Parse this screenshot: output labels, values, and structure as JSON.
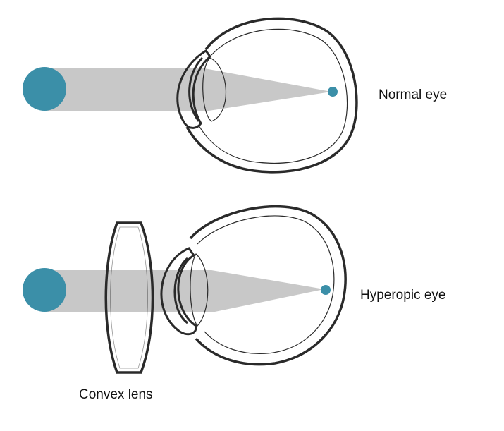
{
  "labels": {
    "normal_eye": "Normal eye",
    "hyperopic_eye": "Hyperopic eye",
    "convex_lens": "Convex lens"
  },
  "colors": {
    "object_dot": "#3b8fa8",
    "light_beam": "#c8c8c8",
    "outline": "#2a2a2a"
  }
}
